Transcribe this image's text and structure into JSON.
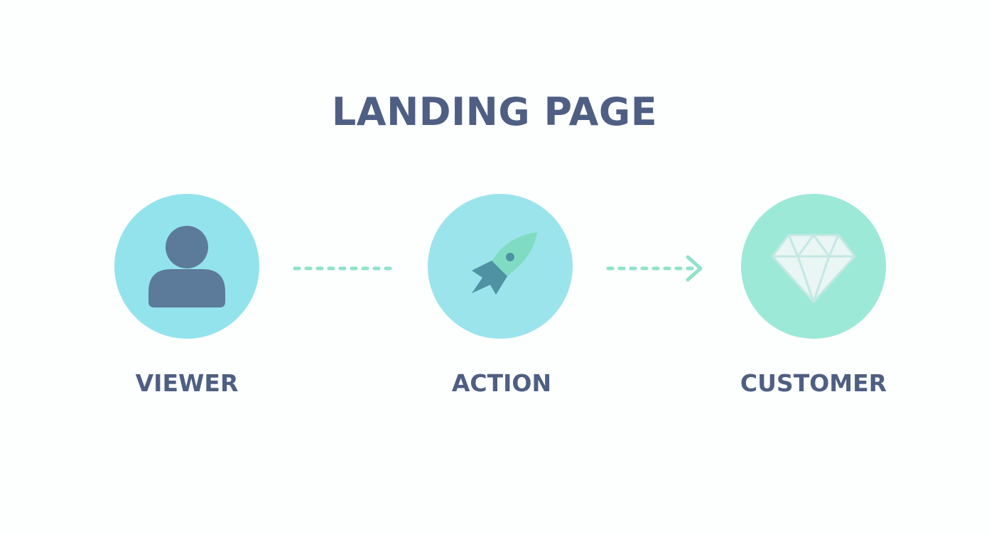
{
  "diagram": {
    "title": "LANDING PAGE",
    "colors": {
      "text": "#4f5f83",
      "viewer_circle": "#93e3ec",
      "action_circle": "#9ce4ec",
      "customer_circle": "#9ce9d8",
      "connector": "#8fe3c8",
      "person_icon": "#5c7a9a",
      "rocket_body": "#7fdcc3",
      "rocket_tail": "#4f92a3",
      "diamond_fill": "#e9f6f4"
    },
    "steps": [
      {
        "label": "VIEWER",
        "icon": "person-icon"
      },
      {
        "label": "ACTION",
        "icon": "rocket-icon"
      },
      {
        "label": "CUSTOMER",
        "icon": "diamond-icon"
      }
    ],
    "connectors": [
      {
        "type": "dashed-line"
      },
      {
        "type": "dashed-arrow"
      }
    ]
  }
}
